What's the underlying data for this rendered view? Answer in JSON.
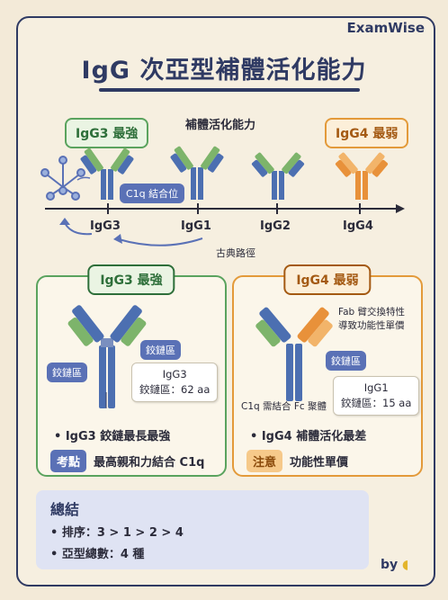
{
  "brand": "ExamWise",
  "title": "IgG 次亞型補體活化能力",
  "top": {
    "strong_tag": "IgG3 最強",
    "weak_tag": "IgG4 最弱",
    "axis_title": "補體活化能力",
    "c1q_label": "C1q 結合位",
    "classic_path": "古典路徑",
    "subtypes": [
      "IgG3",
      "IgG1",
      "IgG2",
      "IgG4"
    ]
  },
  "left_panel": {
    "header": "IgG3 最強",
    "hinge_top": "鉸鏈區",
    "hinge_side": "鉸鏈區",
    "info_name": "IgG3",
    "info_hinge": "鉸鏈區：62 aa",
    "bullet": "IgG3 鉸鏈最長最強",
    "badge": "考點",
    "badge_text": "最高親和力結合 C1q"
  },
  "right_panel": {
    "header": "IgG4 最弱",
    "fab_note_1": "Fab 臂交換特性",
    "fab_note_2": "導致功能性單價",
    "hinge": "鉸鏈區",
    "c1q_note": "C1q 需結合 Fc 聚體",
    "info_name": "IgG1",
    "info_hinge": "鉸鏈區：15 aa",
    "bullet": "IgG4 補體活化最差",
    "badge": "注意",
    "badge_text": "功能性單價"
  },
  "summary": {
    "title": "總結",
    "row1": "排序：3 > 1 > 2 > 4",
    "row2": "亞型總數：4 種"
  },
  "byline": "by"
}
